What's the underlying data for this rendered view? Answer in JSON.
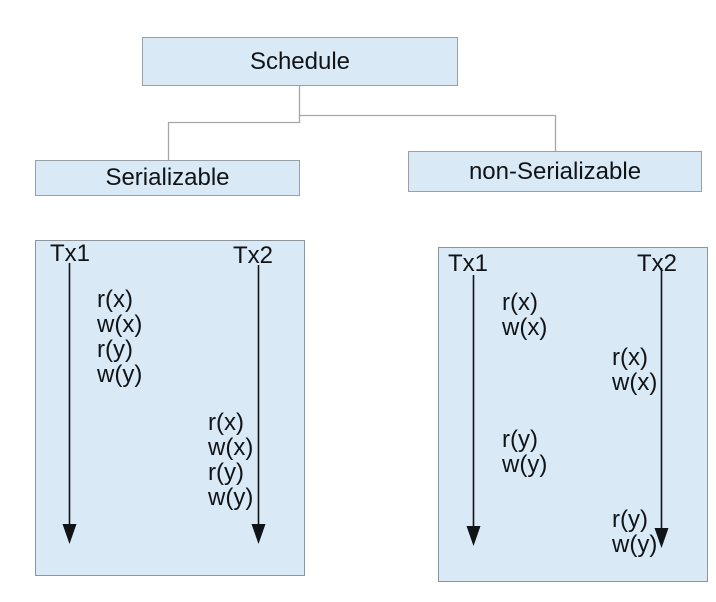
{
  "root_box": {
    "label": "Schedule"
  },
  "left_branch_box": {
    "label": "Serializable"
  },
  "right_branch_box": {
    "label": "non-Serializable"
  },
  "serializable_panel": {
    "tx1_label": "Tx1",
    "tx2_label": "Tx2",
    "tx1_ops": [
      "r(x)",
      "w(x)",
      "r(y)",
      "w(y)"
    ],
    "tx2_ops": [
      "r(x)",
      "w(x)",
      "r(y)",
      "w(y)"
    ]
  },
  "non_serializable_panel": {
    "tx1_label": "Tx1",
    "tx2_label": "Tx2",
    "tx1_ops_first": [
      "r(x)",
      "w(x)"
    ],
    "tx2_ops_first": [
      "r(x)",
      "w(x)"
    ],
    "tx1_ops_second": [
      "r(y)",
      "w(y)"
    ],
    "tx2_ops_second": [
      "r(y)",
      "w(y)"
    ]
  },
  "colors": {
    "box_fill": "#d9e9f6",
    "box_border": "#98a1a8",
    "panel_border": "#8d959c",
    "connector": "#a6a6a6",
    "ink": "#111417",
    "bg": "#ffffff"
  }
}
